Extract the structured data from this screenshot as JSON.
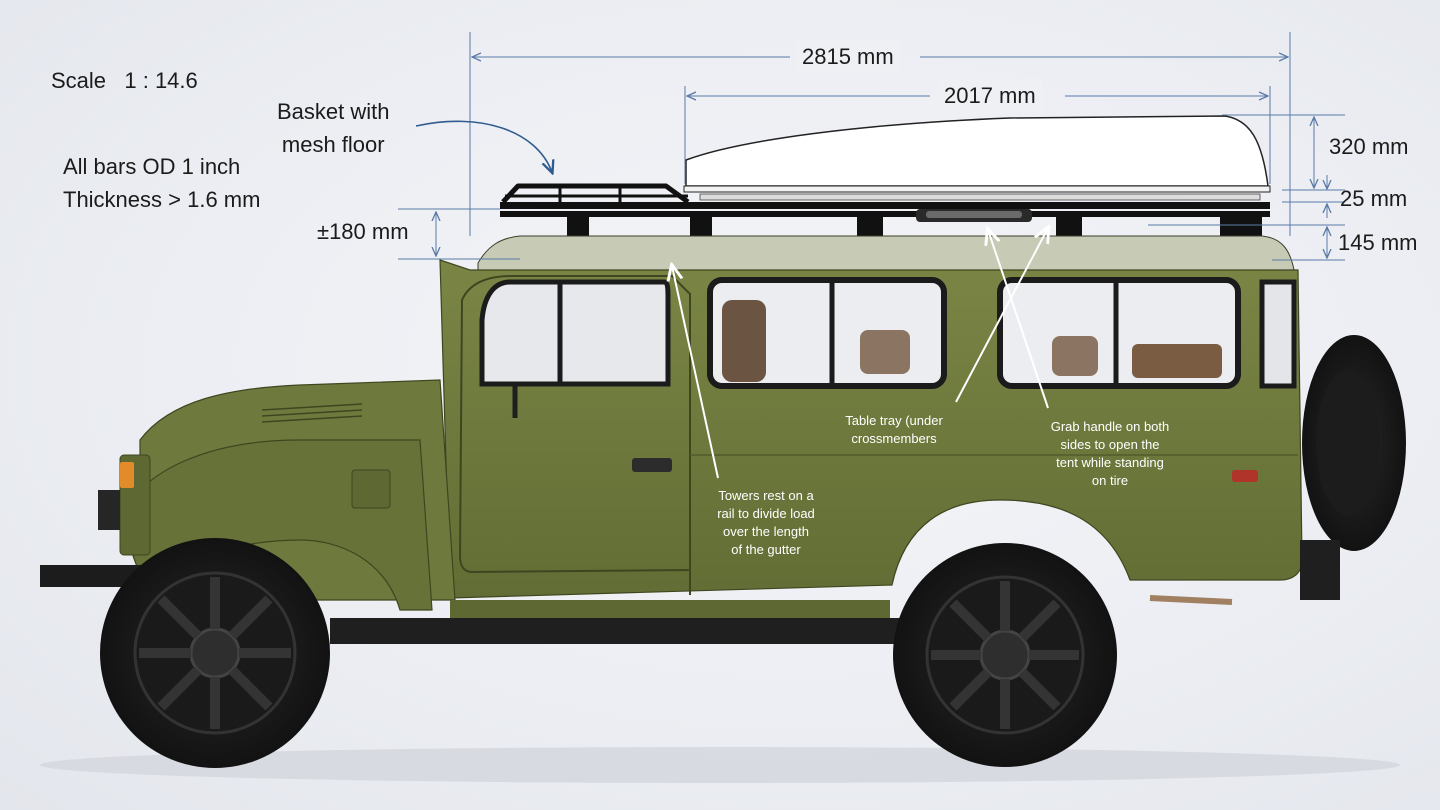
{
  "scale": "Scale   1 : 14.6",
  "spec": "All bars OD 1 inch\nThickness > 1.6 mm",
  "basket_label": "Basket with\nmesh floor",
  "dimensions": {
    "overall_length": "2815 mm",
    "tent_length": "2017 mm",
    "tent_height": "320 mm",
    "tray_gap": "25 mm",
    "tower_height": "145 mm",
    "adjust": "±180 mm"
  },
  "annotations": {
    "towers": "Towers rest on a\nrail to divide load\nover the length\nof the gutter",
    "tray": "Table tray (under\ncrossmembers",
    "grab": "Grab handle on both\nsides to open the\ntent while standing\non tire"
  },
  "colors": {
    "body": "#6e7a3d",
    "roof": "#c9ccb7",
    "dimension_line": "#5a7aa8",
    "rack": "#111111",
    "tent": "#ffffff"
  }
}
